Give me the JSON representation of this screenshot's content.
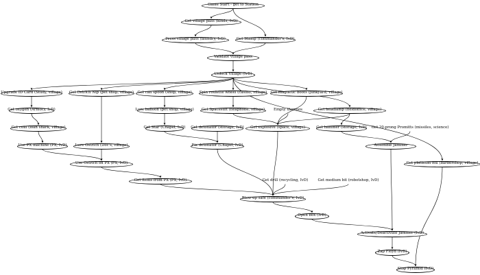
{
  "nodes": [
    {
      "id": "start",
      "label": "Game Start - get to Station"
    },
    {
      "id": "vpass_hub",
      "label": "Get village pass (kinds, IvD)"
    },
    {
      "id": "press_pass",
      "label": "Press village pass (laundry, IvD)"
    },
    {
      "id": "stamp",
      "label": "Get Stamp (commander's, IvD)"
    },
    {
      "id": "validate",
      "label": "Validate village pass"
    },
    {
      "id": "unlock",
      "label": "Unlock Village (IvD)"
    },
    {
      "id": "upgrade_id",
      "label": "Upgrade ID Card (Study, village)"
    },
    {
      "id": "ostrich_nip",
      "label": "Get Ostrich Nip (pet shop, village)"
    },
    {
      "id": "spoon",
      "label": "Get can spoon (shop, village)"
    },
    {
      "id": "roulette",
      "label": "Spin roulette wheel (casino, village)"
    },
    {
      "id": "boots",
      "label": "Get magnetic boots (junkyard, village)"
    },
    {
      "id": "oxygen",
      "label": "Get oxygen (Armory, IvD)"
    },
    {
      "id": "lure_balloon",
      "label": "Lure balloon (pet shop, village)"
    },
    {
      "id": "spacesuit",
      "label": "Get Spacesuit (fleaphone, village)"
    },
    {
      "id": "empty_thermos",
      "label": "Empty thermos"
    },
    {
      "id": "headlamp",
      "label": "Get headlamp (fieldoffice, village)"
    },
    {
      "id": "coin",
      "label": "Get coin (loan shark, village)"
    },
    {
      "id": "star",
      "label": "Get Star (Chapel, IvD)"
    },
    {
      "id": "detonator",
      "label": "Get detonator (storage, IvD)"
    },
    {
      "id": "explosive",
      "label": "Get explosive (space, village)"
    },
    {
      "id": "hammer",
      "label": "Get hammer (storage, IvD)"
    },
    {
      "id": "prong",
      "label": "Get 20-prong Promitts (missiles, science)"
    },
    {
      "id": "px_machine",
      "label": "Use PX machine (PX, IvD)"
    },
    {
      "id": "lure_ostrich",
      "label": "Lure Ostrich (Doc's, village)"
    },
    {
      "id": "fix_detonator",
      "label": "Fix detonator (Chapel, IvD)"
    },
    {
      "id": "assemble",
      "label": "Assemble Jammer"
    },
    {
      "id": "use_ostrich",
      "label": "Use Ostrich on PX (PX, IvD)"
    },
    {
      "id": "platinum",
      "label": "Get platinum foil (barbershop, village)"
    },
    {
      "id": "drill",
      "label": "Get drill (recycling, IvD)"
    },
    {
      "id": "bit",
      "label": "Get medium bit (robotshop, IvD)"
    },
    {
      "id": "items_px",
      "label": "Get items from PX (PX, IvD)"
    },
    {
      "id": "blow_safe",
      "label": "Blow up safe (commander's, IvD)"
    },
    {
      "id": "open_box",
      "label": "Open box (IvD)"
    },
    {
      "id": "jammer",
      "label": "Activate/Deactivate Jammer (IvD)"
    },
    {
      "id": "zap",
      "label": "Zap Floyd (IvD)"
    },
    {
      "id": "stop",
      "label": "Stop Pyramid (IvD)"
    }
  ],
  "edges": [
    [
      "start",
      "vpass_hub"
    ],
    [
      "start",
      "stamp"
    ],
    [
      "vpass_hub",
      "press_pass"
    ],
    [
      "press_pass",
      "validate"
    ],
    [
      "stamp",
      "validate"
    ],
    [
      "validate",
      "unlock"
    ],
    [
      "unlock",
      "upgrade_id"
    ],
    [
      "unlock",
      "ostrich_nip"
    ],
    [
      "unlock",
      "spoon"
    ],
    [
      "unlock",
      "roulette"
    ],
    [
      "unlock",
      "boots"
    ],
    [
      "unlock",
      "headlamp"
    ],
    [
      "unlock",
      "platinum"
    ],
    [
      "upgrade_id",
      "oxygen"
    ],
    [
      "oxygen",
      "coin"
    ],
    [
      "coin",
      "px_machine"
    ],
    [
      "px_machine",
      "use_ostrich"
    ],
    [
      "ostrich_nip",
      "lure_ostrich"
    ],
    [
      "lure_ostrich",
      "use_ostrich"
    ],
    [
      "spoon",
      "lure_balloon"
    ],
    [
      "lure_balloon",
      "star"
    ],
    [
      "star",
      "fix_detonator"
    ],
    [
      "detonator",
      "fix_detonator"
    ],
    [
      "fix_detonator",
      "blow_safe"
    ],
    [
      "roulette",
      "spacesuit"
    ],
    [
      "spacesuit",
      "explosive"
    ],
    [
      "boots",
      "explosive"
    ],
    [
      "empty_thermos",
      "explosive"
    ],
    [
      "headlamp",
      "explosive"
    ],
    [
      "headlamp",
      "hammer"
    ],
    [
      "explosive",
      "blow_safe"
    ],
    [
      "hammer",
      "assemble"
    ],
    [
      "prong",
      "assemble"
    ],
    [
      "assemble",
      "jammer"
    ],
    [
      "use_ostrich",
      "items_px"
    ],
    [
      "items_px",
      "blow_safe"
    ],
    [
      "drill",
      "blow_safe"
    ],
    [
      "bit",
      "blow_safe"
    ],
    [
      "blow_safe",
      "open_box"
    ],
    [
      "open_box",
      "jammer"
    ],
    [
      "jammer",
      "zap"
    ],
    [
      "zap",
      "stop"
    ],
    [
      "platinum",
      "stop"
    ]
  ]
}
